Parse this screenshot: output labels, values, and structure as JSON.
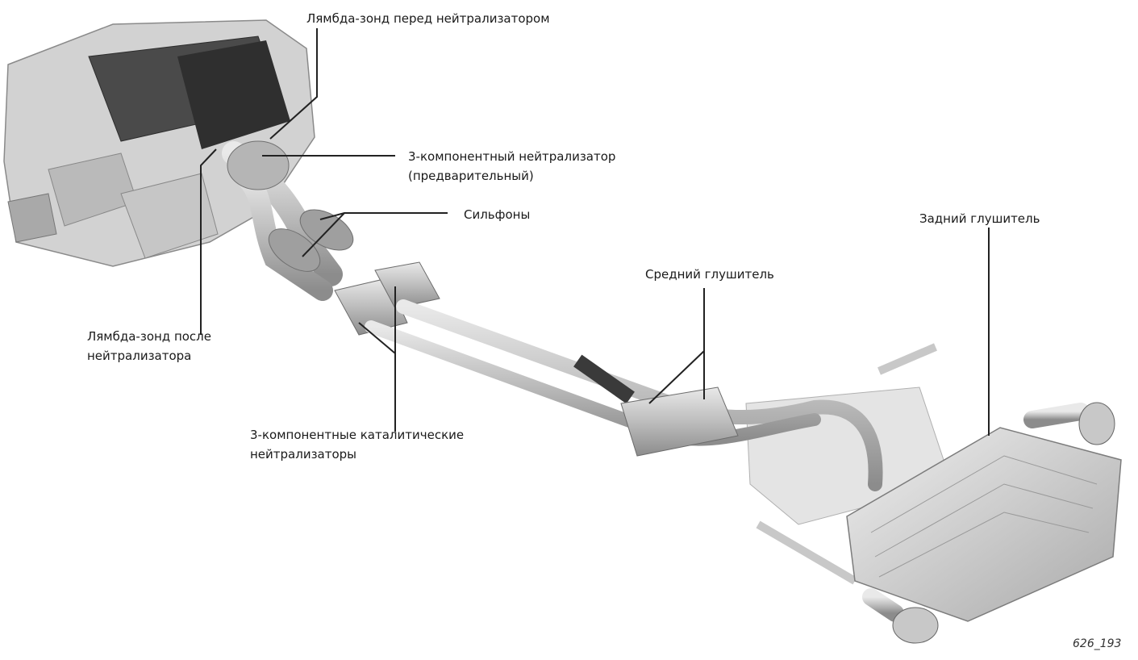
{
  "diagram": {
    "labels": {
      "lambda_before": "Лямбда-зонд перед нейтрализатором",
      "precat_line1": "3-компонентный нейтрализатор",
      "precat_line2": "(предварительный)",
      "bellows": "Сильфоны",
      "rear_muffler": "Задний глушитель",
      "middle_muffler": "Средний глушитель",
      "lambda_after_line1": "Лямбда-зонд после",
      "lambda_after_line2": "нейтрализатора",
      "cats_line1": "3-компонентные каталитические",
      "cats_line2": "нейтрализаторы"
    },
    "figure_number": "626_193"
  }
}
